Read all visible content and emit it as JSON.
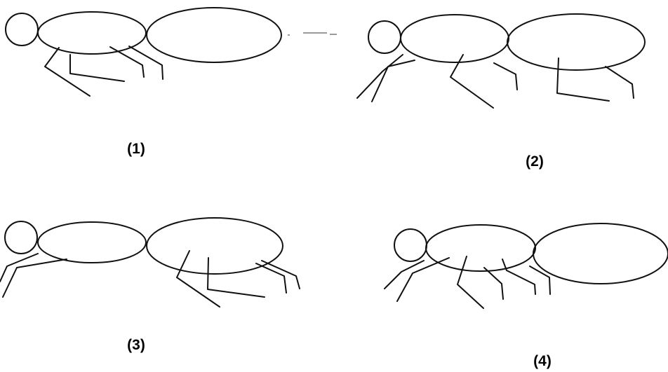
{
  "figure": {
    "panels": [
      {
        "label": "(1)"
      },
      {
        "label": "(2)"
      },
      {
        "label": "(3)"
      },
      {
        "label": "(4)"
      }
    ]
  },
  "colors": {
    "stroke": "#111111",
    "background": "#ffffff",
    "label": "#000000"
  }
}
